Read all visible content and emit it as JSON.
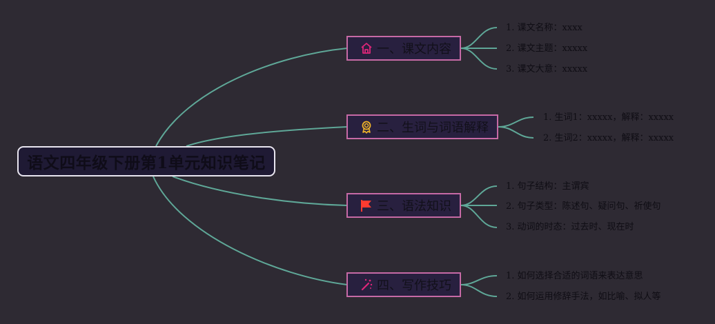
{
  "root": {
    "label": "语文四年级下册第1单元知识笔记"
  },
  "colors": {
    "background": "#2e2a33",
    "link": "#5fa898",
    "topic_border": "#c76aa6",
    "topic_fill": "#28203f",
    "root_border": "#e9e6f0",
    "root_fill": "#1f1a34"
  },
  "topics": [
    {
      "label": "一、课文内容",
      "icon": "home-icon",
      "items": [
        "1. 课文名称：xxxx",
        "2. 课文主题：xxxxx",
        "3. 课文大意：xxxxx"
      ]
    },
    {
      "label": "二、生词与词语解释",
      "icon": "award-ribbon-icon",
      "items": [
        "1. 生词1：xxxxx，解释：xxxxx",
        "2. 生词2：xxxxx，解释：xxxxx"
      ]
    },
    {
      "label": "三、语法知识",
      "icon": "flag-icon",
      "items": [
        "1. 句子结构：主谓宾",
        "2. 句子类型：陈述句、疑问句、祈使句",
        "3. 动词的时态：过去时、现在时"
      ]
    },
    {
      "label": "四、写作技巧",
      "icon": "magic-wand-icon",
      "items": [
        "1. 如何选择合适的词语来表达意思",
        "2. 如何运用修辞手法，如比喻、拟人等"
      ]
    }
  ]
}
